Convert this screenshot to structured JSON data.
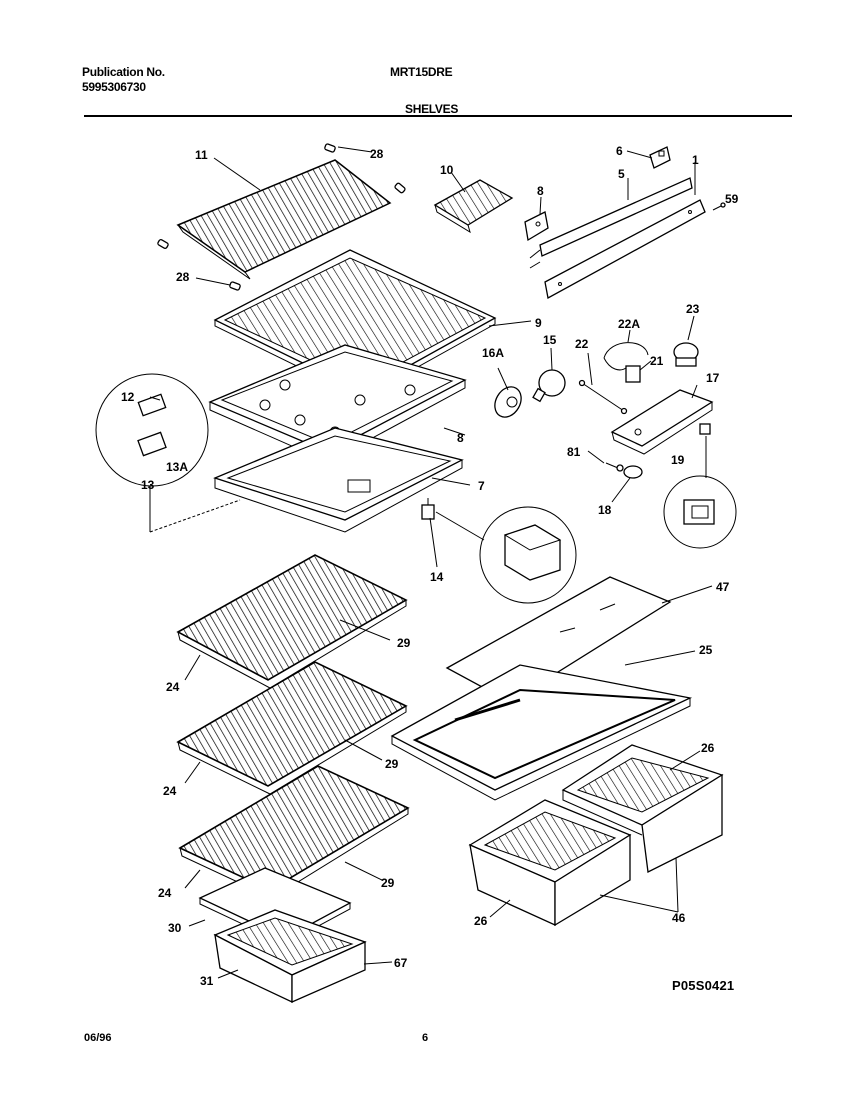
{
  "header": {
    "publication_label": "Publication No.",
    "publication_number": "5995306730",
    "model": "MRT15DRE",
    "section": "SHELVES"
  },
  "footer": {
    "date": "06/96",
    "page": "6",
    "diagram_code": "P05S0421"
  },
  "part_labels": {
    "p11": "11",
    "p28a": "28",
    "p28b": "28",
    "p10": "10",
    "p8a": "8",
    "p6": "6",
    "p5": "5",
    "p1": "1",
    "p59": "59",
    "p9": "9",
    "p22a": "22A",
    "p23": "23",
    "p16a": "16A",
    "p15": "15",
    "p22": "22",
    "p21": "21",
    "p17": "17",
    "p12": "12",
    "p13a": "13A",
    "p13": "13",
    "p8b": "8",
    "p7": "7",
    "p81": "81",
    "p19": "19",
    "p18": "18",
    "p14": "14",
    "p47": "47",
    "p29a": "29",
    "p24a": "24",
    "p25": "25",
    "p29b": "29",
    "p24b": "24",
    "p26a": "26",
    "p29c": "29",
    "p24c": "24",
    "p30": "30",
    "p26b": "26",
    "p46": "46",
    "p67": "67",
    "p31": "31"
  }
}
